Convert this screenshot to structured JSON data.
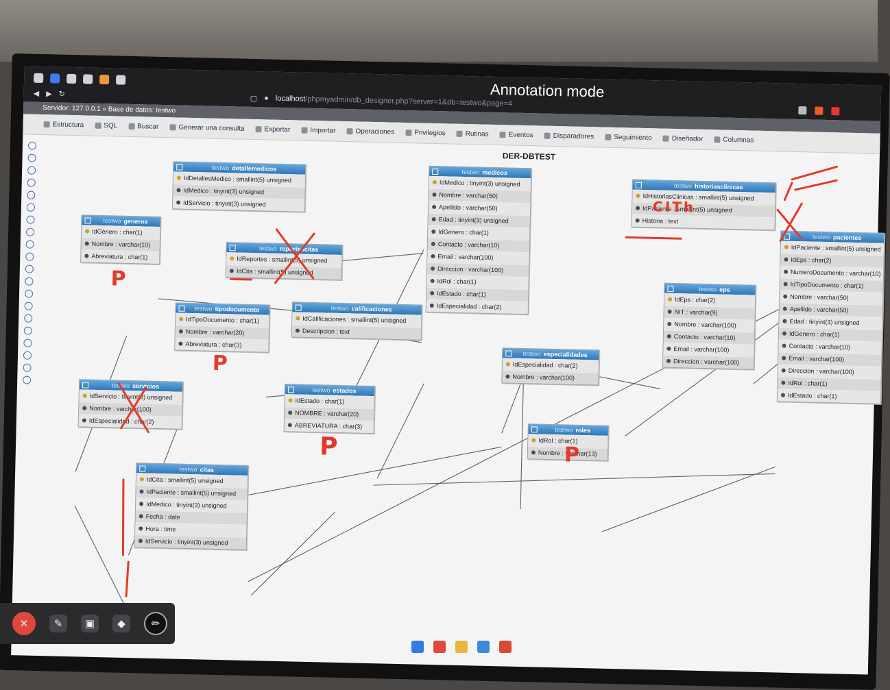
{
  "os": {
    "annotation_title": "Annotation mode"
  },
  "browser": {
    "url_host": "localhost",
    "url_path": "/phpmyadmin/db_designer.php?server=1&db=testwo&page=4"
  },
  "pma": {
    "breadcrumb": "Servidor: 127.0.0.1 » Base de datos: testwo",
    "tabs": [
      "Estructura",
      "SQL",
      "Buscar",
      "Generar una consulta",
      "Exportar",
      "Importar",
      "Operaciones",
      "Privilegios",
      "Rutinas",
      "Eventos",
      "Disparadores",
      "Seguimiento",
      "Diseñador",
      "Columnas"
    ],
    "designer_title": "DER-DBTEST"
  },
  "tables": {
    "detallemedicos": {
      "db": "testwo",
      "name": "detallemedicos",
      "rows": [
        "IdDetallesMedico : smallint(5) unsigned",
        "IdMedico : tinyint(3) unsigned",
        "IdServicio : tinyint(3) unsigned"
      ]
    },
    "generos": {
      "db": "testwo",
      "name": "generos",
      "rows": [
        "IdGenero : char(1)",
        "Nombre : varchar(10)",
        "Abreviatura : char(1)"
      ]
    },
    "reportescitas": {
      "db": "testwo",
      "name": "reportescitas",
      "rows": [
        "IdReportes : smallint(5) unsigned",
        "IdCita : smallint(5) unsigned"
      ]
    },
    "medicos": {
      "db": "testwo",
      "name": "medicos",
      "rows": [
        "IdMedico : tinyint(3) unsigned",
        "Nombre : varchar(50)",
        "Apellido : varchar(50)",
        "Edad : tinyint(3) unsigned",
        "IdGenero : char(1)",
        "Contacto : varchar(10)",
        "Email : varchar(100)",
        "Direccion : varchar(100)",
        "IdRol : char(1)",
        "IdEstado : char(1)",
        "IdEspecialidad : char(2)"
      ]
    },
    "historiasclinicas": {
      "db": "testwo",
      "name": "historiasclinicas",
      "rows": [
        "IdHistoriasClinicas : smallint(5) unsigned",
        "IdPaciente : smallint(5) unsigned",
        "Historia : text"
      ]
    },
    "pacientes": {
      "db": "testwo",
      "name": "pacientes",
      "rows": [
        "IdPaciente : smallint(5) unsigned",
        "IdEps : char(2)",
        "NumeroDocumento : varchar(10)",
        "IdTipoDocumento : char(1)",
        "Nombre : varchar(50)",
        "Apellido : varchar(50)",
        "Edad : tinyint(3) unsigned",
        "IdGenero : char(1)",
        "Contacto : varchar(10)",
        "Email : varchar(100)",
        "Direccion : varchar(100)",
        "IdRol : char(1)",
        "IdEstado : char(1)"
      ]
    },
    "eps": {
      "db": "testwo",
      "name": "eps",
      "rows": [
        "IdEps : char(2)",
        "NIT : varchar(9)",
        "Nombre : varchar(100)",
        "Contacto : varchar(10)",
        "Email : varchar(100)",
        "Direccion : varchar(100)"
      ]
    },
    "tipodocumento": {
      "db": "testwo",
      "name": "tipodocumento",
      "rows": [
        "IdTipoDocumento : char(1)",
        "Nombre : varchar(20)",
        "Abreviatura : char(3)"
      ]
    },
    "calificaciones": {
      "db": "testwo",
      "name": "calificaciones",
      "rows": [
        "IdCalificaciones : smallint(5) unsigned",
        "Descripcion : text"
      ]
    },
    "especialidades": {
      "db": "testwo",
      "name": "especialidades",
      "rows": [
        "IdEspecialidad : char(2)",
        "Nombre : varchar(100)"
      ]
    },
    "servicios": {
      "db": "testwo",
      "name": "servicios",
      "rows": [
        "IdServicio : tinyint(3) unsigned",
        "Nombre : varchar(100)",
        "IdEspecialidad : char(2)"
      ]
    },
    "estados": {
      "db": "testwo",
      "name": "estados",
      "rows": [
        "IdEstado : char(1)",
        "NOMBRE : varchar(20)",
        "ABREVIATURA : char(3)"
      ]
    },
    "roles": {
      "db": "testwo",
      "name": "roles",
      "rows": [
        "IdRol : char(1)",
        "Nombre : varchar(13)"
      ]
    },
    "citas": {
      "db": "testwo",
      "name": "citas",
      "rows": [
        "IdCita : smallint(5) unsigned",
        "IdPaciente : smallint(5) unsigned",
        "IdMedico : tinyint(3) unsigned",
        "Fecha : date",
        "Hora : time",
        "IdServicio : tinyint(3) unsigned"
      ]
    }
  },
  "annotations": {
    "p_mark": "P",
    "handwritten_word": "CITh"
  }
}
